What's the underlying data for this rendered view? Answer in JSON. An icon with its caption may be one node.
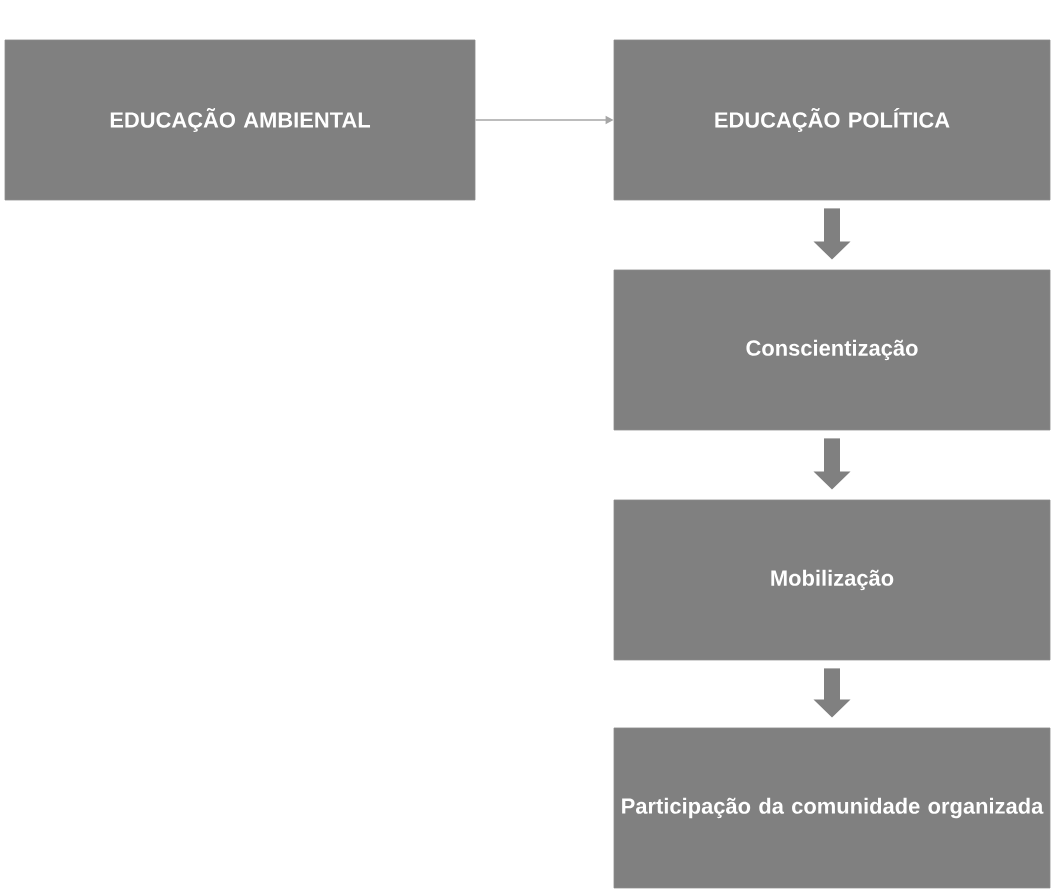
{
  "diagram": {
    "nodes": [
      {
        "text": [
          "EDUCAÇÃO AMBIENTAL"
        ]
      },
      {
        "text": [
          "EDUCAÇÃO POLÍTICA"
        ]
      },
      {
        "text": [
          "Conscientização"
        ]
      },
      {
        "text": [
          "Mobilização"
        ]
      },
      {
        "text": [
          "Participação da comunidade organizada"
        ]
      }
    ],
    "edges": [
      {
        "from": 0,
        "to": 1,
        "arrow": "to",
        "color": "#a6a6a6"
      },
      {
        "from": 1,
        "to": 2,
        "arrow": "to"
      },
      {
        "from": 2,
        "to": 3,
        "arrow": "to"
      },
      {
        "from": 3,
        "to": 4,
        "arrow": "to"
      }
    ]
  }
}
